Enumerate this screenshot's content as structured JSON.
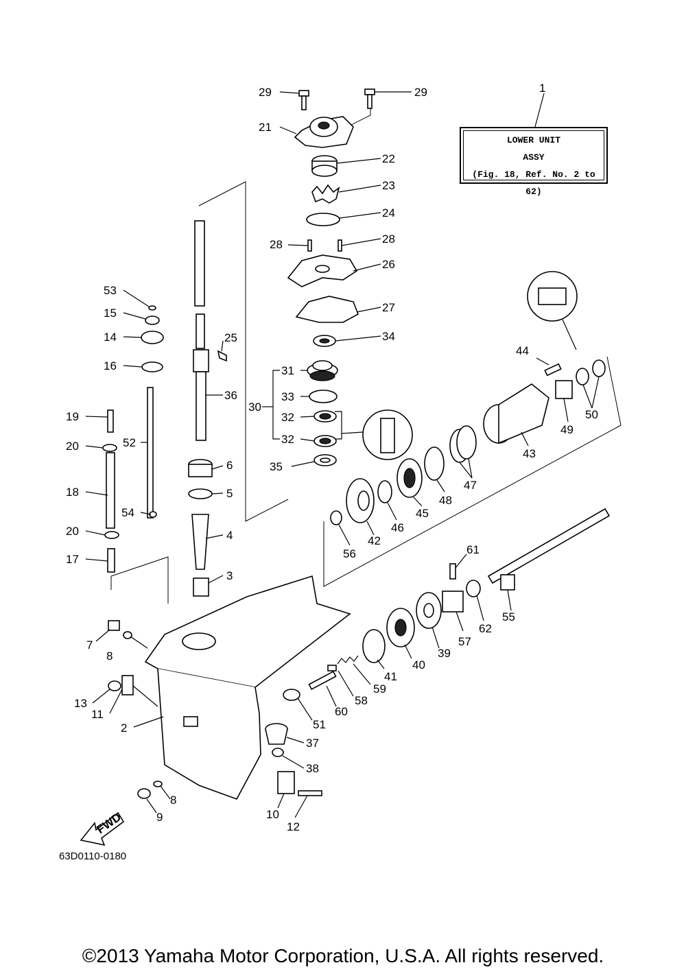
{
  "assembly_box": {
    "callout": "1",
    "line1": "LOWER UNIT",
    "line2": "ASSY",
    "line3": "(Fig. 18, Ref. No. 2 to 62)"
  },
  "callouts": {
    "c2": "2",
    "c3": "3",
    "c4": "4",
    "c5": "5",
    "c6": "6",
    "c7": "7",
    "c8a": "8",
    "c8b": "8",
    "c9": "9",
    "c10": "10",
    "c11": "11",
    "c12": "12",
    "c13": "13",
    "c14": "14",
    "c15": "15",
    "c16": "16",
    "c17": "17",
    "c18": "18",
    "c19": "19",
    "c20a": "20",
    "c20b": "20",
    "c21": "21",
    "c22": "22",
    "c23": "23",
    "c24": "24",
    "c25": "25",
    "c26": "26",
    "c27": "27",
    "c28a": "28",
    "c28b": "28",
    "c29a": "29",
    "c29b": "29",
    "c30": "30",
    "c31": "31",
    "c32a": "32",
    "c32b": "32",
    "c33": "33",
    "c34": "34",
    "c35": "35",
    "c36": "36",
    "c37": "37",
    "c38": "38",
    "c39": "39",
    "c40": "40",
    "c41": "41",
    "c42": "42",
    "c43": "43",
    "c44": "44",
    "c45": "45",
    "c46": "46",
    "c47": "47",
    "c48": "48",
    "c49": "49",
    "c50": "50",
    "c51": "51",
    "c52": "52",
    "c53": "53",
    "c54": "54",
    "c55": "55",
    "c56": "56",
    "c57": "57",
    "c58": "58",
    "c59": "59",
    "c60": "60",
    "c61": "61",
    "c62": "62"
  },
  "fwd_label": "FWD",
  "diagram_code": "63D0110-0180",
  "copyright": "©2013 Yamaha Motor Corporation, U.S.A. All rights reserved."
}
